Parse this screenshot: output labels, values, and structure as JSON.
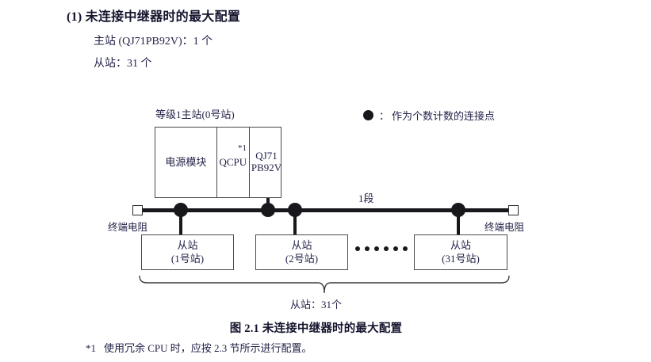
{
  "heading": {
    "number": "(1)",
    "text": "未连接中继器时的最大配置"
  },
  "specs": {
    "master": "主站 (QJ71PB92V)：1 个",
    "slave": "从站：31 个"
  },
  "legend": {
    "symbol": "filled-circle-icon",
    "colon": "：",
    "text": "作为个数计数的连接点"
  },
  "diagram": {
    "master_label": "等级1主站(0号站)",
    "segment_label": "1段",
    "terminator_left": "终端电阻",
    "terminator_right": "终端电阻",
    "modules": [
      {
        "name": "电源模块",
        "footnote": ""
      },
      {
        "name": "QCPU",
        "footnote": "*1"
      },
      {
        "name": "QJ71\nPB92V",
        "line1": "QJ71",
        "line2": "PB92V",
        "footnote": ""
      }
    ],
    "slaves": [
      {
        "title": "从站",
        "station": "(1号站)"
      },
      {
        "title": "从站",
        "station": "(2号站)"
      },
      {
        "title": "从站",
        "station": "(31号站)"
      }
    ],
    "ellipsis_count": 6,
    "total_label": "从站：31个"
  },
  "caption": "图 2.1  未连接中继器时的最大配置",
  "footnote": {
    "mark": "*1",
    "text": "使用冗余 CPU 时，应按 2.3 节所示进行配置。"
  },
  "colors": {
    "ink": "#17171c",
    "text": "#23234a",
    "box_border": "#4a4a4a",
    "paper": "#ffffff"
  }
}
